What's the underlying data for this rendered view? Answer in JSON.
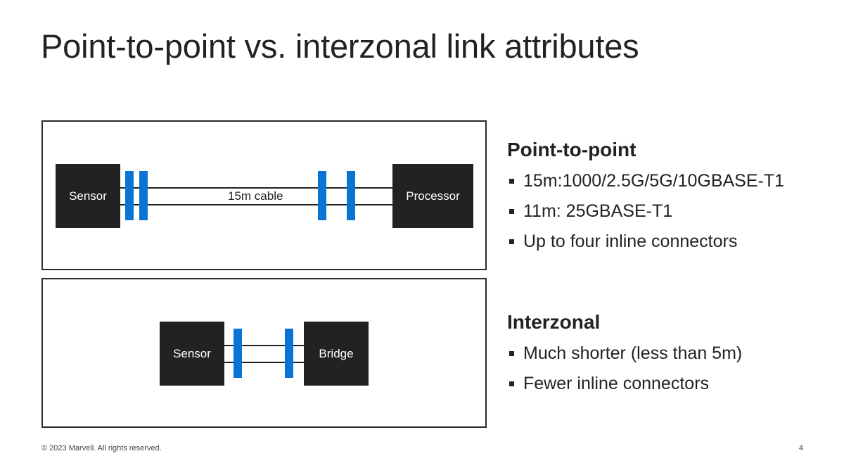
{
  "slide": {
    "title": "Point-to-point vs. interzonal link attributes",
    "page_number": "4",
    "footer_text": "© 2023 Marvell. All rights reserved."
  },
  "diagrams": {
    "point_to_point": {
      "left_node": "Sensor",
      "right_node": "Processor",
      "cable_label": "15m cable",
      "connector_count": 4
    },
    "interzonal": {
      "left_node": "Sensor",
      "right_node": "Bridge",
      "connector_count": 2
    }
  },
  "sections": {
    "point_to_point": {
      "heading": "Point-to-point",
      "bullets": [
        "15m:1000/2.5G/5G/10GBASE-T1",
        "11m: 25GBASE-T1",
        "Up to four inline connectors"
      ]
    },
    "interzonal": {
      "heading": "Interzonal",
      "bullets": [
        "Much shorter (less than 5m)",
        "Fewer inline connectors"
      ]
    }
  },
  "colors": {
    "connector": "#0a74d4",
    "node_fill": "#222222",
    "text": "#222222"
  }
}
